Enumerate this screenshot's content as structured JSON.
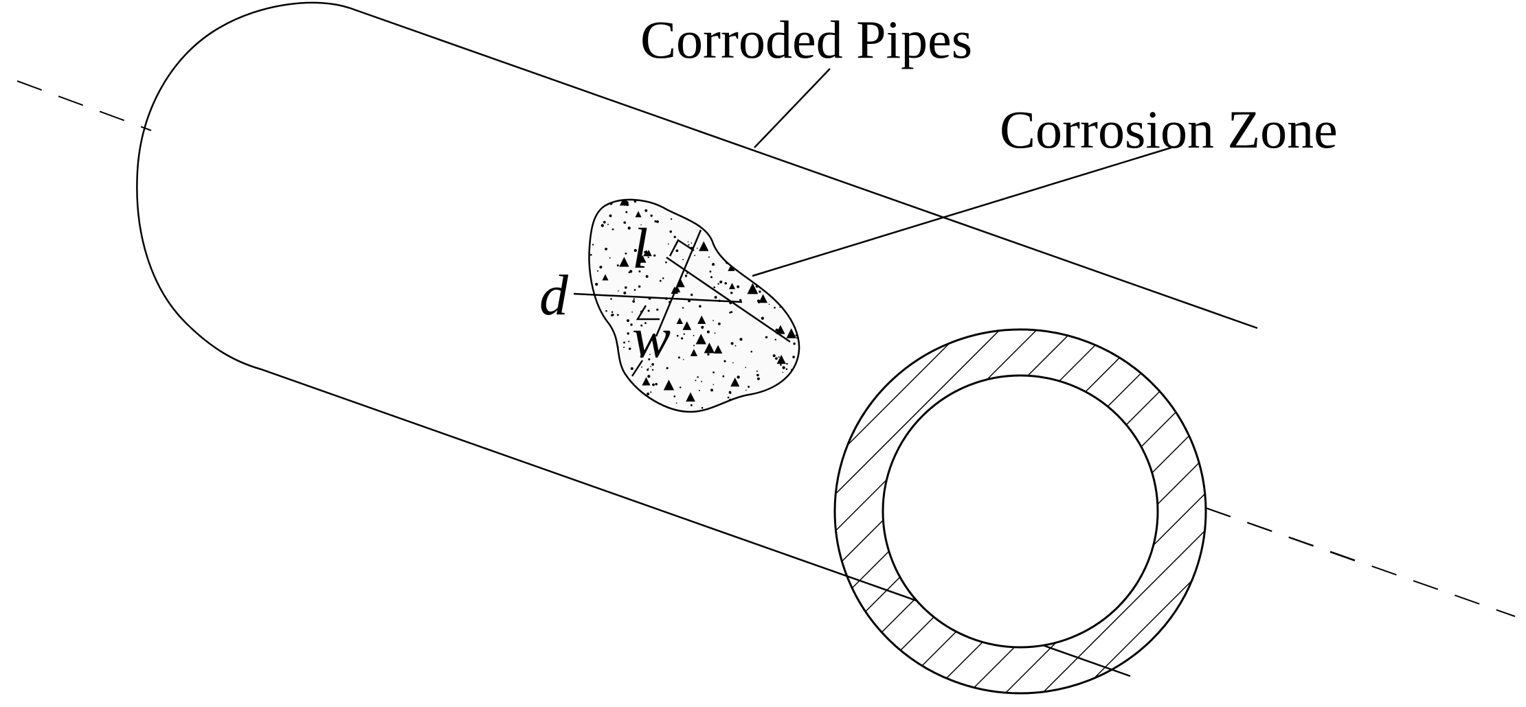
{
  "labels": {
    "corroded_pipes": "Corroded Pipes",
    "corrosion_zone": "Corrosion Zone",
    "dim_length": "l",
    "dim_depth": "d",
    "dim_width": "w"
  },
  "colors": {
    "stroke": "#000000",
    "background": "#ffffff"
  }
}
